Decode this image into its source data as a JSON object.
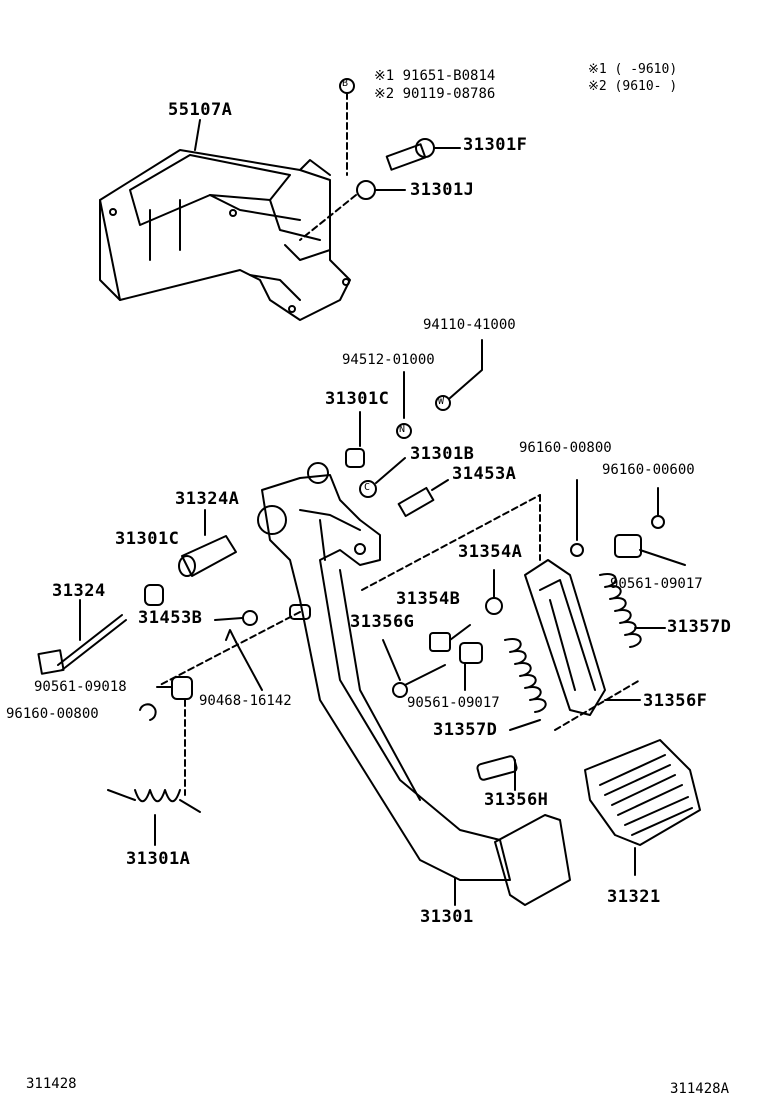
{
  "notes": {
    "n1": "※1 (     -9610)",
    "n2": "※2 (9610-     )"
  },
  "labels": {
    "p55107A": "55107A",
    "ref1": "※1 91651-B0814",
    "ref2": "※2 90119-08786",
    "p31301F": "31301F",
    "p31301J": "31301J",
    "p94110": "94110-41000",
    "p94512": "94512-01000",
    "p31301C_top": "31301C",
    "p31301B": "31301B",
    "p31453A": "31453A",
    "p96160_800_top": "96160-00800",
    "p96160_600": "96160-00600",
    "p31324A": "31324A",
    "p31301C_left": "31301C",
    "p31354A": "31354A",
    "p90561_09017_right": "90561-09017",
    "p31324": "31324",
    "p31354B": "31354B",
    "p31453B": "31453B",
    "p31356G": "31356G",
    "p31357D_right": "31357D",
    "p90561_09018": "90561-09018",
    "p90468": "90468-16142",
    "p90561_09017_mid": "90561-09017",
    "p31356F": "31356F",
    "p96160_800_left": "96160-00800",
    "p31357D_mid": "31357D",
    "p31356H": "31356H",
    "p31301A": "31301A",
    "p31321": "31321",
    "p31301": "31301"
  },
  "badges": {
    "B": "B",
    "W": "W",
    "N": "N",
    "C": "C"
  },
  "footer": {
    "left": "311428",
    "right": "311428A"
  }
}
